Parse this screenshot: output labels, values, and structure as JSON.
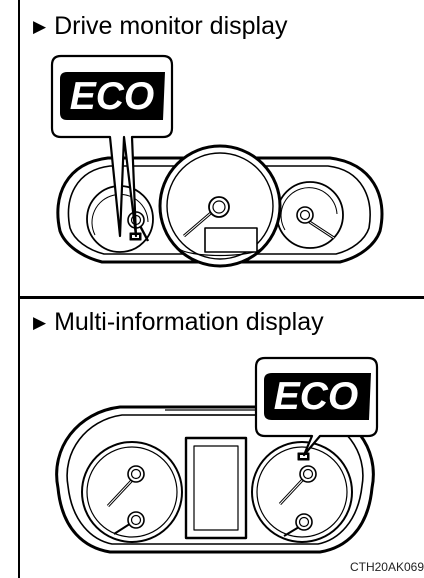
{
  "section_1": {
    "marker": "▶",
    "heading": "Drive monitor display",
    "indicator_label": "ECO"
  },
  "section_2": {
    "marker": "▶",
    "heading": "Multi-information display",
    "indicator_label": "ECO"
  },
  "caption": "CTH20AK069"
}
